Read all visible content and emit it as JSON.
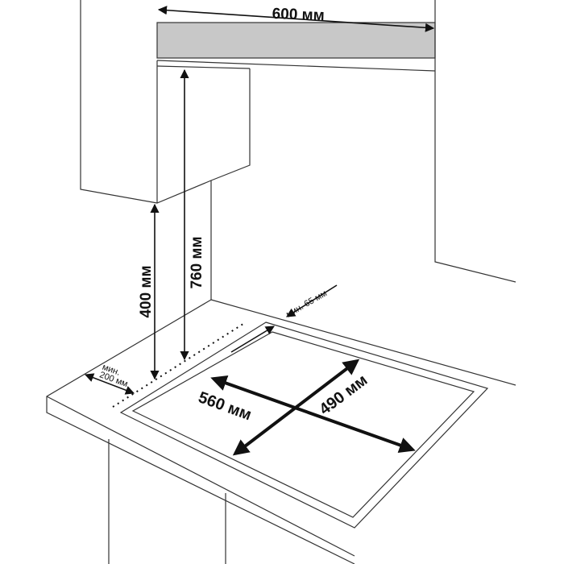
{
  "dimensions": {
    "hood_width": "600 мм",
    "cabinet_height": "400 мм",
    "hood_height": "760 мм",
    "hob_width": "560 мм",
    "hob_depth": "490 мм",
    "back_gap": "мин. 65 мм",
    "side_gap_line1": "мин.",
    "side_gap_line2": "200 мм"
  },
  "colors": {
    "hood_fill": "#c8c8c8",
    "line": "#333333"
  }
}
